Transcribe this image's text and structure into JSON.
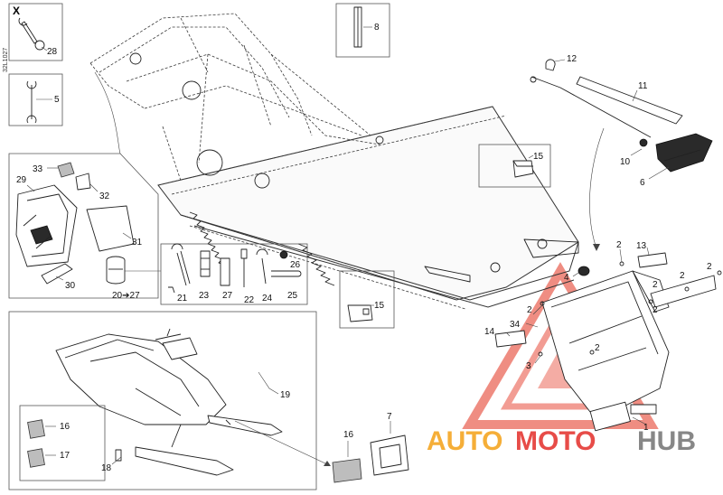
{
  "diagram": {
    "reference_code": "32L1027",
    "x_marker": "X",
    "callouts": {
      "c1": "1",
      "c2": "2",
      "c3": "3",
      "c4": "4",
      "c5": "5",
      "c6": "6",
      "c7": "7",
      "c8": "8",
      "c10": "10",
      "c11": "11",
      "c12": "12",
      "c13": "13",
      "c14": "14",
      "c15": "15",
      "c16": "16",
      "c17": "17",
      "c18": "18",
      "c19": "19",
      "c20": "20➔27",
      "c21": "21",
      "c22": "22",
      "c23": "23",
      "c24": "24",
      "c25": "25",
      "c26": "26",
      "c27": "27",
      "c28": "28",
      "c29": "29",
      "c30": "30",
      "c31": "31",
      "c32": "32",
      "c33": "33",
      "c34": "34"
    }
  },
  "watermark": {
    "auto": "AUTO",
    "moto": "MOTO",
    "hub": "HUB",
    "colors": {
      "red": "#e53935",
      "orange": "#f5a623",
      "gray": "#7b7b7b"
    }
  }
}
